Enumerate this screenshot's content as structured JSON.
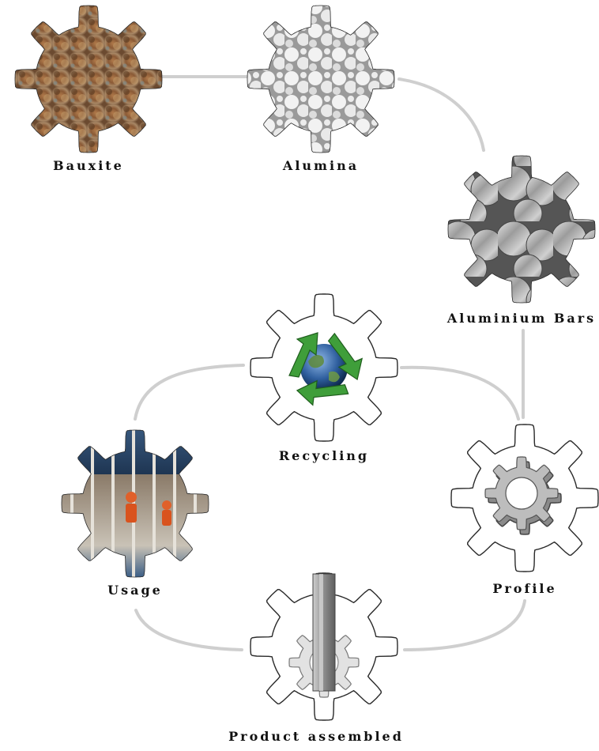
{
  "diagram": {
    "colors": {
      "connector": "#cfcfcf",
      "gear_outline": "#2a2a2a",
      "label_text": "#111111"
    },
    "stages": [
      {
        "id": "bauxite",
        "label": "Bauxite",
        "fill": "textured-rock",
        "icon": "bauxite-ore-image"
      },
      {
        "id": "alumina",
        "label": "Alumina",
        "fill": "white-spheres",
        "icon": "alumina-spheres-image"
      },
      {
        "id": "bars",
        "label": "Aluminium Bars",
        "fill": "metal-rods",
        "icon": "aluminium-rods-image"
      },
      {
        "id": "profile",
        "label": "Profile",
        "fill": "outline",
        "icon": "extruded-profile-icon"
      },
      {
        "id": "product",
        "label": "Product assembled",
        "fill": "outline",
        "icon": "assembled-product-icon"
      },
      {
        "id": "usage",
        "label": "Usage",
        "fill": "scaffold-photo",
        "icon": "offshore-workers-image"
      },
      {
        "id": "recycling",
        "label": "Recycling",
        "fill": "outline",
        "icon": "recycling-globe-icon"
      }
    ]
  }
}
